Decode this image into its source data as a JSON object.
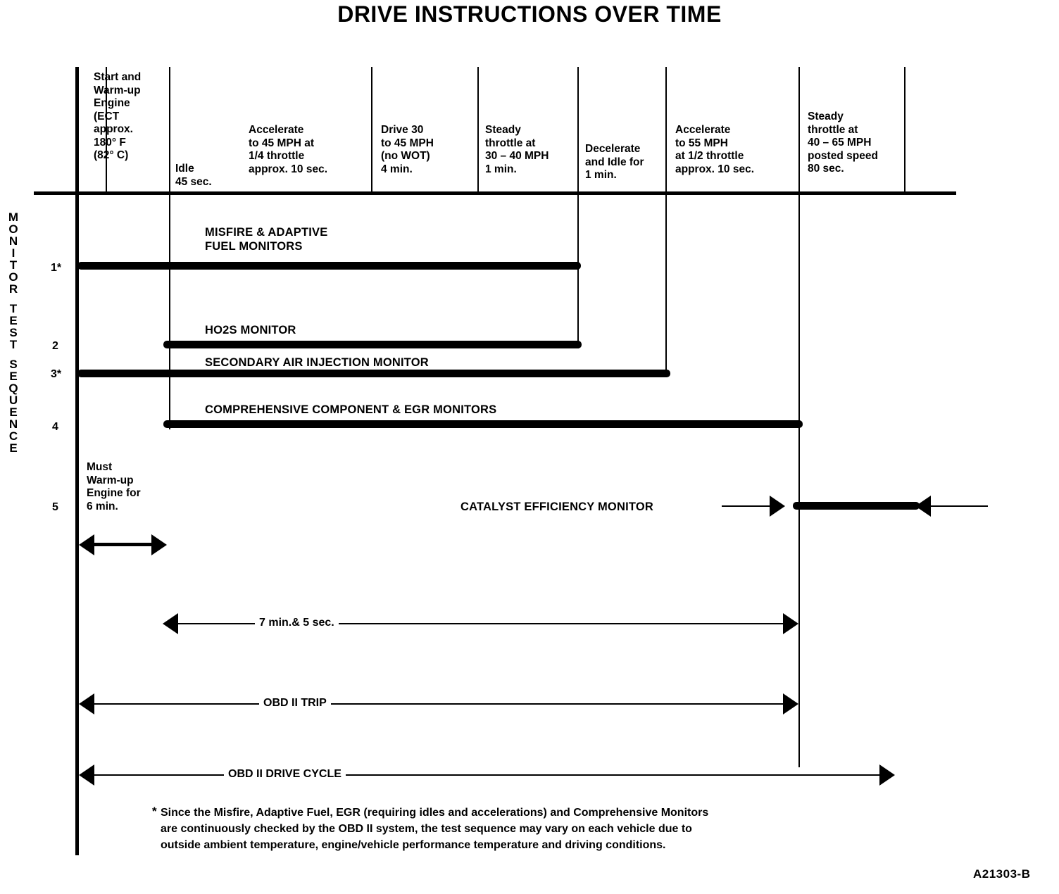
{
  "title": "DRIVE INSTRUCTIONS OVER TIME",
  "sidebar": {
    "vertical_label": "MONITOR TEST SEQUENCE",
    "letters": [
      "M",
      "O",
      "N",
      "I",
      "T",
      "O",
      "R",
      "",
      "T",
      "E",
      "S",
      "T",
      "",
      "S",
      "E",
      "Q",
      "U",
      "E",
      "N",
      "C",
      "E"
    ],
    "row_numbers": [
      "1*",
      "2",
      "3*",
      "4",
      "5"
    ]
  },
  "columns": [
    {
      "name": "start-warmup",
      "lines": [
        "Start and",
        "Warm-up",
        "Engine",
        "(ECT",
        "approx.",
        "180° F",
        "(82° C)"
      ]
    },
    {
      "name": "idle",
      "lines": [
        "Idle",
        "45 sec."
      ]
    },
    {
      "name": "accelerate-45",
      "lines": [
        "Accelerate",
        "to 45 MPH at",
        "1/4 throttle",
        "approx. 10 sec."
      ]
    },
    {
      "name": "drive-30-45",
      "lines": [
        "Drive 30",
        "to 45 MPH",
        "(no WOT)",
        "4 min."
      ]
    },
    {
      "name": "steady-30-40",
      "lines": [
        "Steady",
        "throttle at",
        "30 – 40 MPH",
        "1 min."
      ]
    },
    {
      "name": "decelerate-idle",
      "lines": [
        "Decelerate",
        "and Idle for",
        "1 min."
      ]
    },
    {
      "name": "accelerate-55",
      "lines": [
        "Accelerate",
        "to 55 MPH",
        "at 1/2 throttle",
        "approx. 10 sec."
      ]
    },
    {
      "name": "steady-40-65",
      "lines": [
        "Steady",
        "throttle at",
        "40 – 65 MPH",
        "posted speed",
        "80 sec."
      ]
    }
  ],
  "monitors": [
    {
      "row": "1*",
      "label": "MISFIRE & ADAPTIVE\nFUEL MONITORS",
      "label_line1": "MISFIRE & ADAPTIVE",
      "label_line2": "FUEL MONITORS"
    },
    {
      "row": "2",
      "label": "HO2S MONITOR"
    },
    {
      "row": "3*",
      "label": "SECONDARY AIR INJECTION MONITOR"
    },
    {
      "row": "4",
      "label": "COMPREHENSIVE COMPONENT & EGR MONITORS"
    },
    {
      "row": "5",
      "label": "CATALYST EFFICIENCY MONITOR"
    }
  ],
  "warmup_note": {
    "lines": [
      "Must",
      "Warm-up",
      "Engine for",
      "6 min."
    ]
  },
  "measures": [
    {
      "name": "seven-min-five-sec",
      "label": "7 min.& 5 sec."
    },
    {
      "name": "obd-ii-trip",
      "label": "OBD II TRIP"
    },
    {
      "name": "obd-ii-drive-cycle",
      "label": "OBD II DRIVE CYCLE"
    }
  ],
  "footnote": {
    "marker": "*",
    "line1": "Since the Misfire, Adaptive Fuel, EGR (requiring idles and accelerations) and Comprehensive Monitors",
    "line2": "are continuously checked by the OBD II system, the test sequence may vary on each vehicle due to",
    "line3": "outside ambient temperature, engine/vehicle performance temperature and driving conditions."
  },
  "figure_id": "A21303-B",
  "colors": {
    "ink": "#000000",
    "paper": "#ffffff"
  }
}
